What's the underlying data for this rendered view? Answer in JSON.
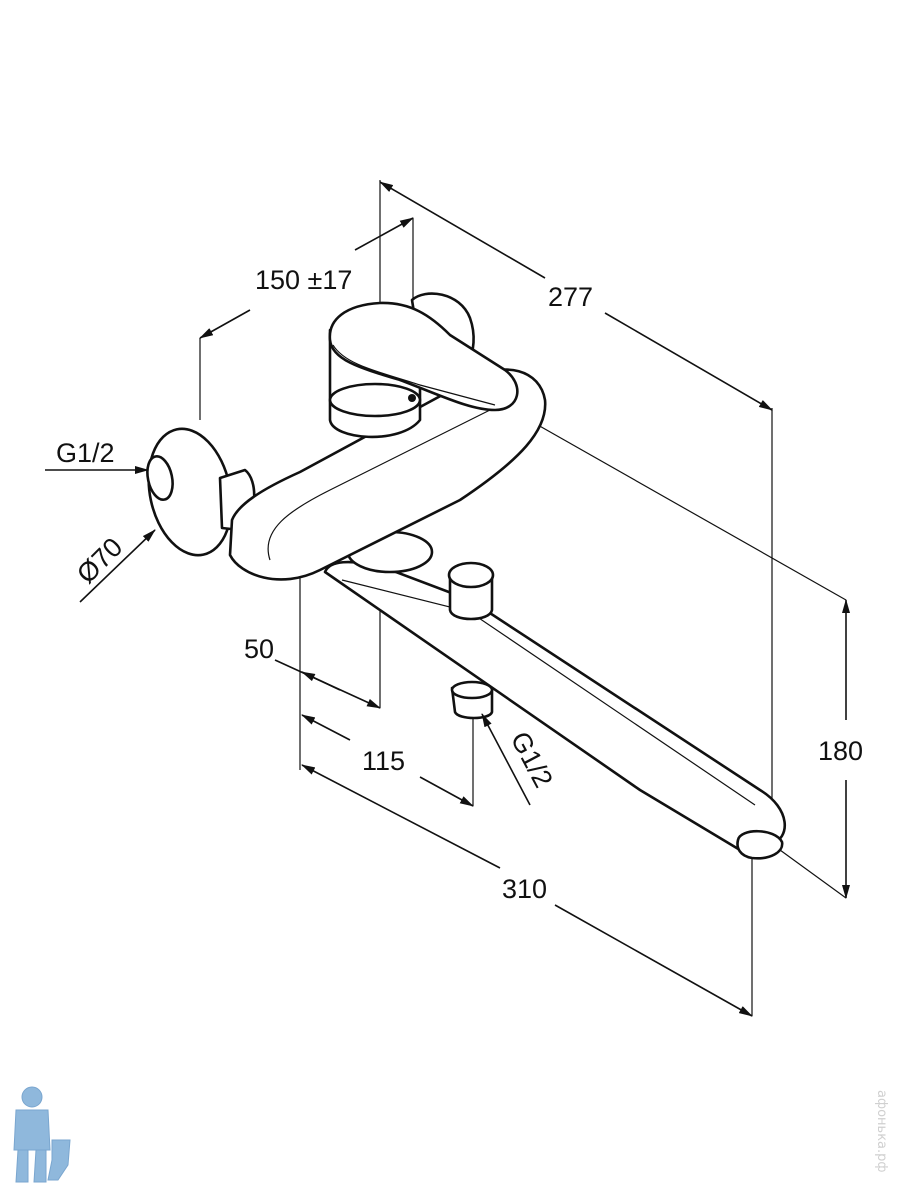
{
  "dimensions": {
    "overall_depth": "277",
    "wall_centers": "150 ±17",
    "inlet_left": "G1/2",
    "flange_diameter": "Ø70",
    "offset_50": "50",
    "offset_115": "115",
    "inlet_bottom": "G1/2",
    "spout_reach": "310",
    "height": "180"
  },
  "watermark": "афонька.рф",
  "colors": {
    "line": "#111111",
    "logo": "#8fb8dc",
    "watermark": "#d0d0d0"
  }
}
